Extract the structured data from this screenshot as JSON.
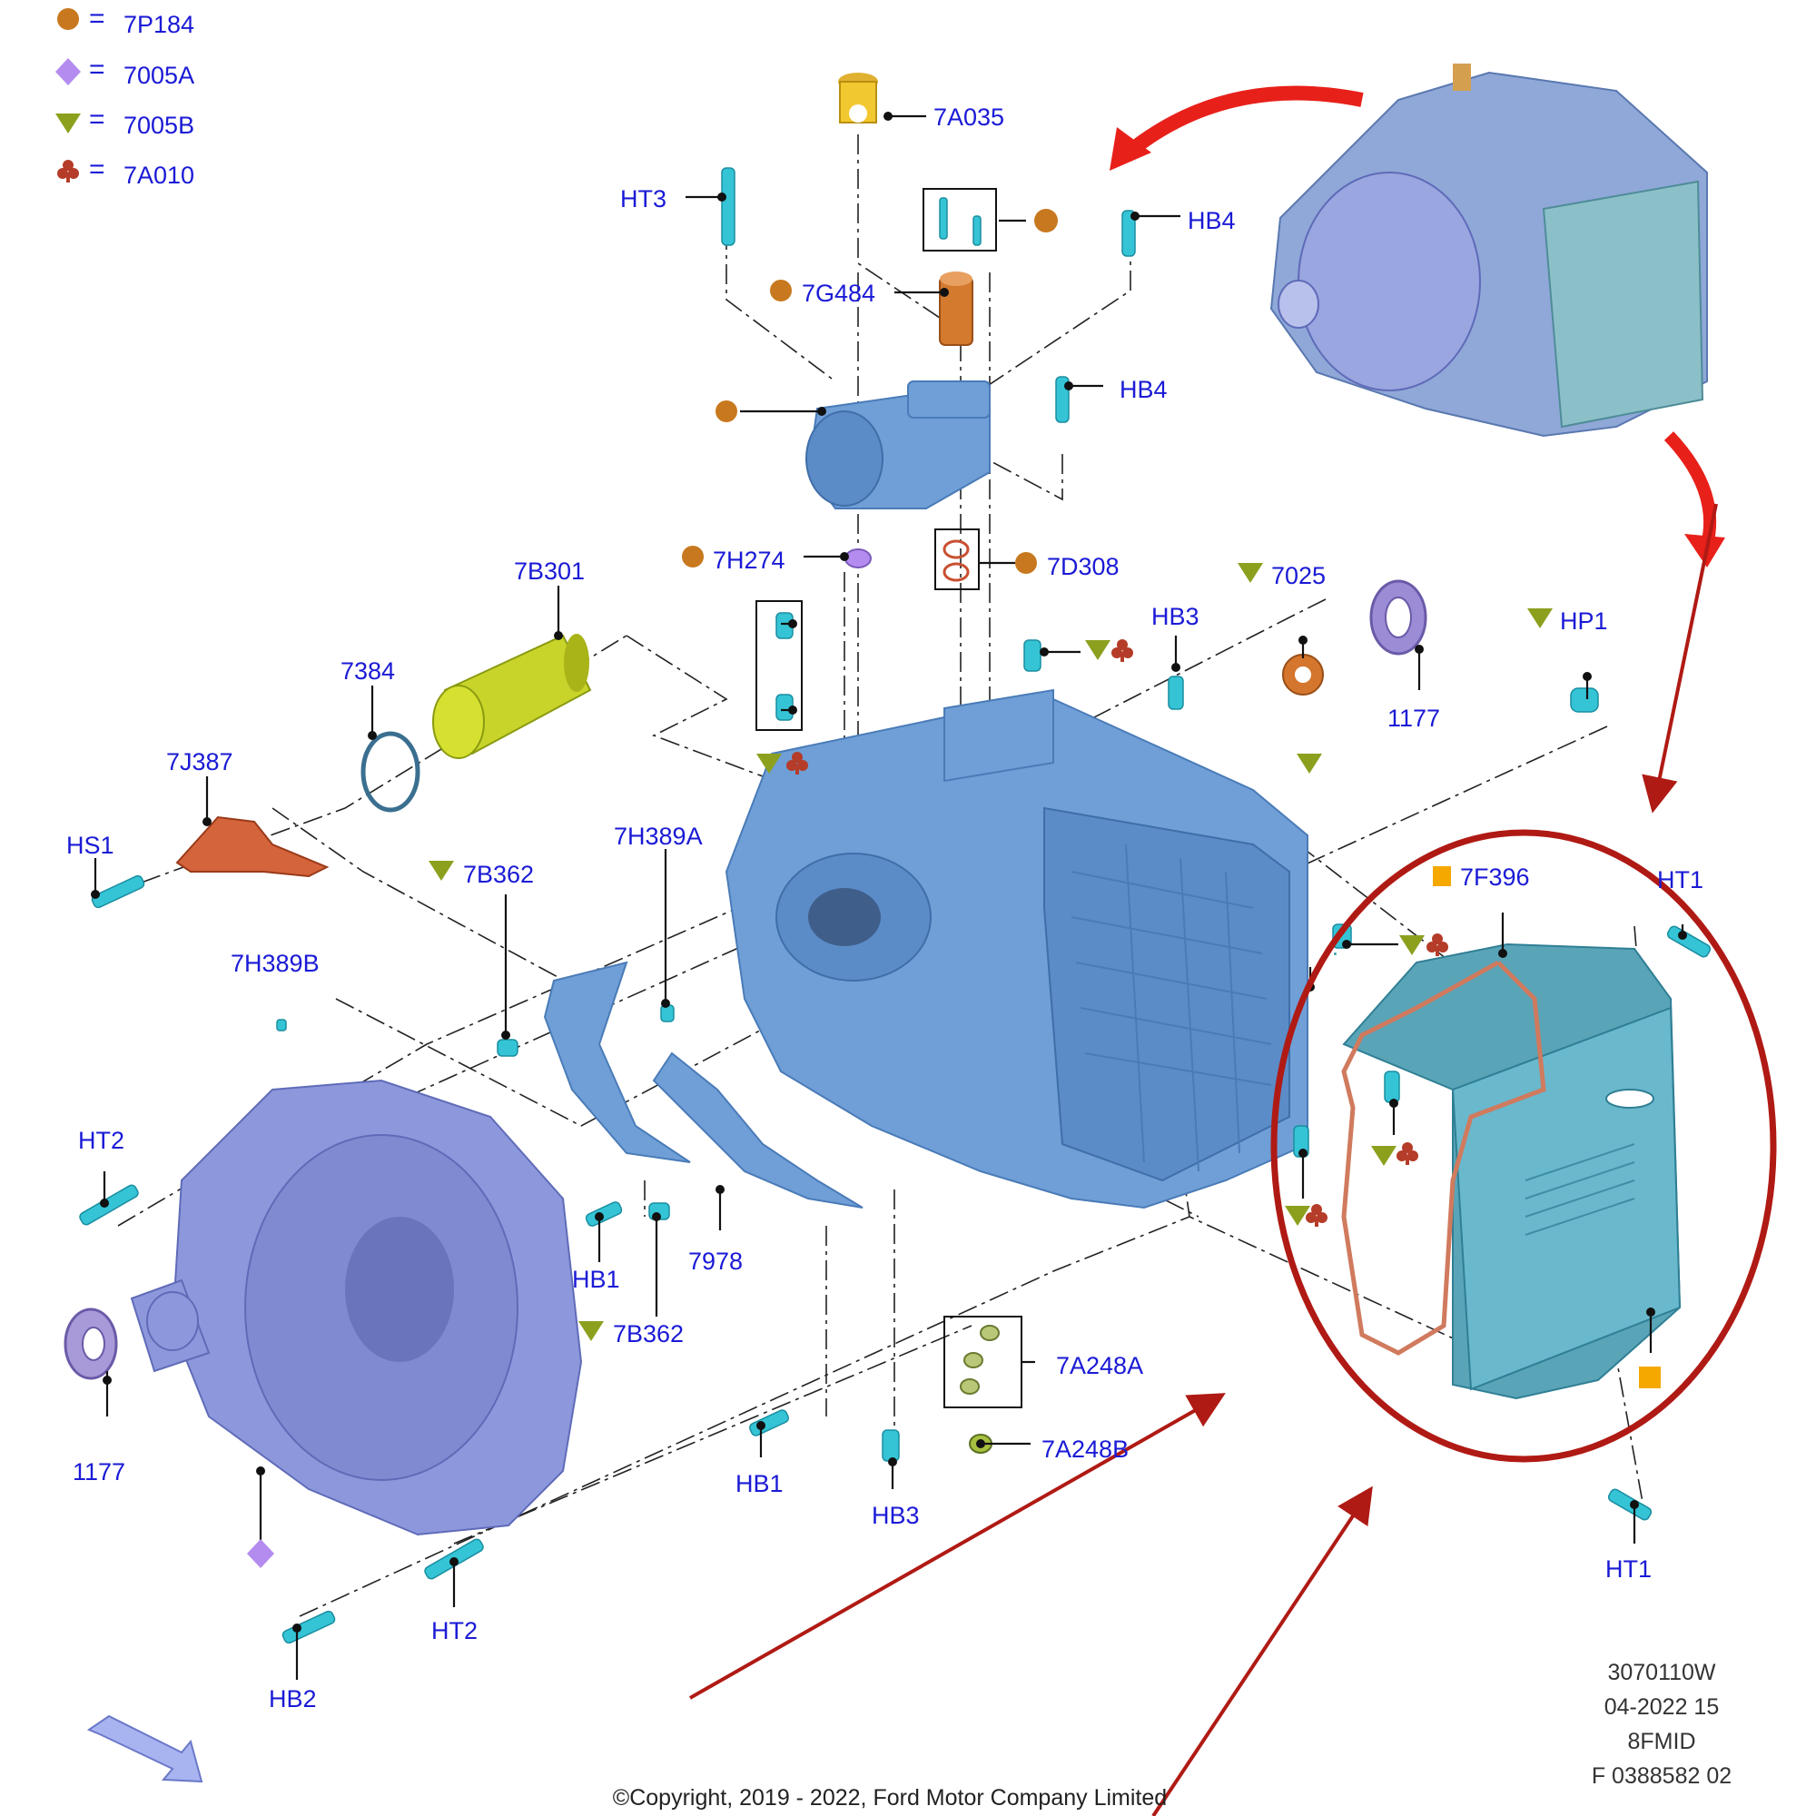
{
  "legend": [
    {
      "symbol": "circle",
      "color": "#c8781e",
      "eq": "=",
      "code": "7P184"
    },
    {
      "symbol": "diamond",
      "color": "#b48cf0",
      "eq": "=",
      "code": "7005A"
    },
    {
      "symbol": "triangle",
      "color": "#8ca01e",
      "eq": "=",
      "code": "7005B"
    },
    {
      "symbol": "club",
      "color": "#b43c28",
      "eq": "=",
      "code": "7A010"
    }
  ],
  "labels": {
    "l_7A035": "7A035",
    "l_HT3": "HT3",
    "l_HB4_top": "HB4",
    "l_7G484": "7G484",
    "l_HB4_mid": "HB4",
    "l_7H274": "7H274",
    "l_7D308": "7D308",
    "l_7B301": "7B301",
    "l_7384": "7384",
    "l_7025": "7025",
    "l_HB3_top": "HB3",
    "l_HP1": "HP1",
    "l_1177_right": "1177",
    "l_7J387": "7J387",
    "l_HS1": "HS1",
    "l_7H389A": "7H389A",
    "l_7B362_upper": "7B362",
    "l_7H389B": "7H389B",
    "l_7F396": "7F396",
    "l_HT1_upper": "HT1",
    "l_HT2_left": "HT2",
    "l_HB1_mid": "HB1",
    "l_7978": "7978",
    "l_7B362_lower": "7B362",
    "l_1177_left": "1177",
    "l_7A248A": "7A248A",
    "l_7A248B": "7A248B",
    "l_HB1_low": "HB1",
    "l_HB3_low": "HB3",
    "l_HT1_lower": "HT1",
    "l_HT2_low": "HT2",
    "l_HB2": "HB2"
  },
  "meta": {
    "line1": "3070110W",
    "line2": "04-2022 15",
    "line3": "8FMID",
    "line4": "F 0388582 02"
  },
  "copyright": "©Copyright, 2019 - 2022, Ford Motor Company Limited",
  "colors": {
    "callout_red": "#b01a14",
    "label_blue": "#1a1ad6",
    "legend_orange": "#c8781e",
    "legend_purple": "#b48cf0",
    "legend_olive": "#8ca01e",
    "legend_club": "#b43c28",
    "square_marker": "#f5a800"
  }
}
